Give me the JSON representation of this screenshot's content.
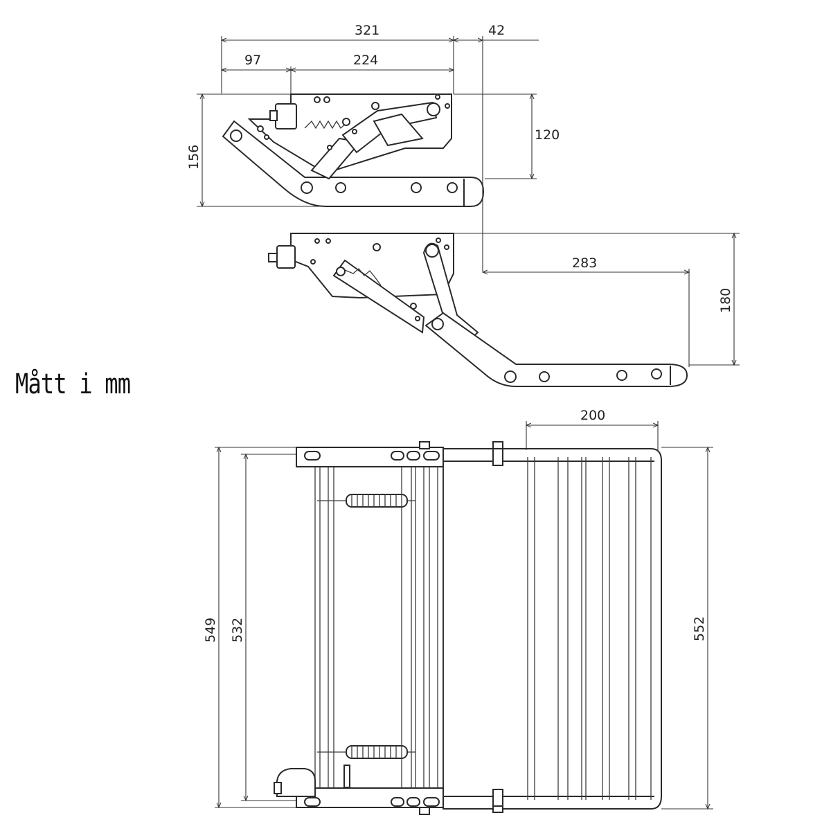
{
  "caption": "Mått i mm",
  "dimensions": {
    "side_total_length": "321",
    "side_front_offset": "42",
    "side_bracket_length": "97",
    "side_mechanism_length": "224",
    "side_overall_height": "156",
    "side_frame_height": "120",
    "extended_reach": "283",
    "extended_drop": "180",
    "step_depth": "200",
    "overall_width": "549",
    "inner_width": "532",
    "step_width": "552"
  }
}
